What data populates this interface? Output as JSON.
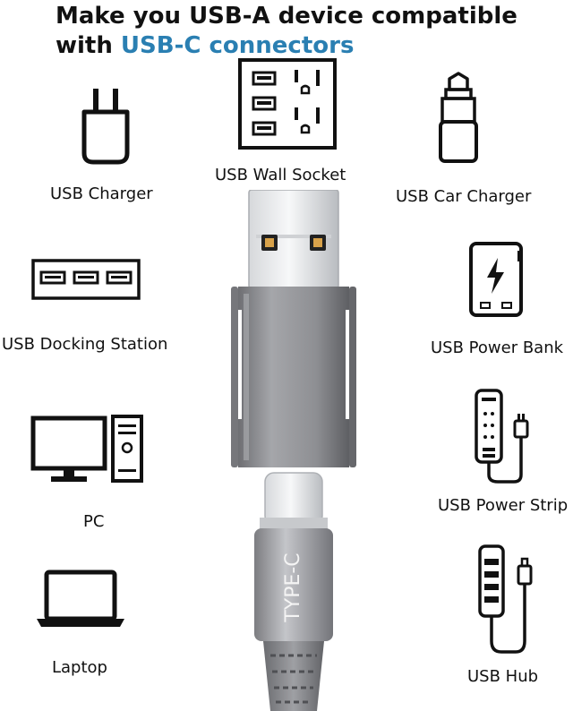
{
  "headline": {
    "line1": "Make you USB-A device compatible",
    "line2_prefix": "with ",
    "line2_accent": "USB-C connectors"
  },
  "colors": {
    "accent": "#2a7fb2",
    "text": "#111111",
    "adapter_body": "#8e8f93",
    "cable_sleeve": "#9b9ca0"
  },
  "devices": {
    "usb_charger": "USB Charger",
    "usb_wall_socket": "USB Wall Socket",
    "usb_car_charger": "USB Car Charger",
    "usb_docking_station": "USB Docking Station",
    "usb_power_bank": "USB Power Bank",
    "pc": "PC",
    "usb_power_strip": "USB Power Strip",
    "laptop": "Laptop",
    "usb_hub": "USB Hub"
  },
  "adapter": {
    "connector_label": "TYPE-C"
  }
}
